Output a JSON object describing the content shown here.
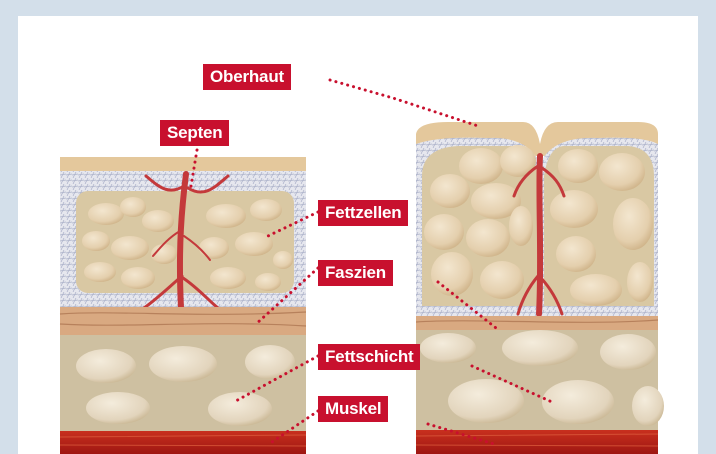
{
  "labels": {
    "oberhaut": "Oberhaut",
    "septen": "Septen",
    "fettzellen": "Fettzellen",
    "faszien": "Faszien",
    "fettschicht": "Fettschicht",
    "muskel": "Muskel"
  },
  "colors": {
    "background": "#d3dfea",
    "panel": "#ffffff",
    "label_bg": "#c8102e",
    "label_text": "#ffffff",
    "leader_dots": "#c8102e",
    "skin": "#e6c79a",
    "dermis": "#c9cdd8",
    "fat_cell": "#e8d6b8",
    "septa": "#c4393b",
    "fascia": "#d8a57a",
    "fat_layer": "#cfc0a0",
    "muscle": "#b81e1e"
  }
}
